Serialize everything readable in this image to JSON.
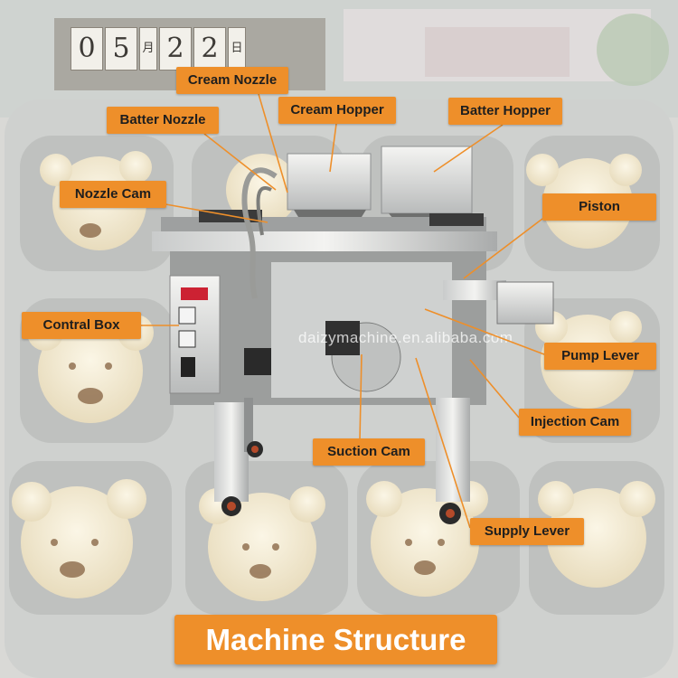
{
  "title": "Machine Structure",
  "watermark": "daizymachine.en.alibaba.com",
  "calendar": {
    "d1": "0",
    "d2": "5",
    "month": "月",
    "d3": "2",
    "d4": "2",
    "day": "日"
  },
  "labels": {
    "cream_nozzle": "Cream Nozzle",
    "batter_nozzle": "Batter Nozzle",
    "cream_hopper": "Cream Hopper",
    "batter_hopper": "Batter Hopper",
    "nozzle_cam": "Nozzle Cam",
    "piston": "Piston",
    "contral_box": "Contral Box",
    "pump_lever": "Pump Lever",
    "injection_cam": "Injection Cam",
    "suction_cam": "Suction Cam",
    "supply_lever": "Supply Lever"
  },
  "colors": {
    "label_bg": "#ee8f2a",
    "title_text": "#ffffff",
    "leader_line": "#ee8f2a"
  }
}
